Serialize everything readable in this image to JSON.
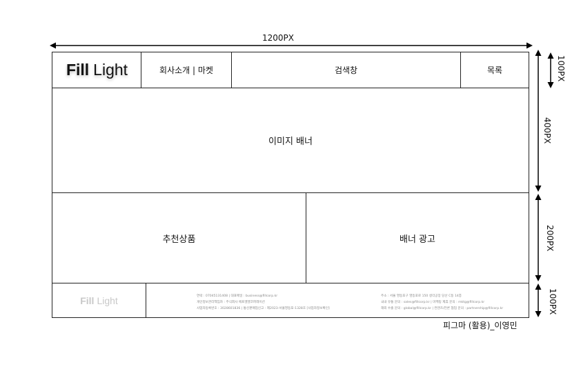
{
  "dims": {
    "width": "1200PX",
    "header_h": "100PX",
    "banner_h": "400PX",
    "middle_h": "200PX",
    "footer_h": "100PX"
  },
  "header": {
    "logo_bold": "Fill",
    "logo_light": "Light",
    "nav": "회사소개 | 마켓",
    "search": "검색창",
    "list": "목록"
  },
  "banner": {
    "label": "이미지 배너"
  },
  "middle": {
    "recommended": "추천상품",
    "ad": "배너 광고"
  },
  "footer": {
    "logo_bold": "Fill",
    "logo_light": "Light",
    "info_left": [
      "연락 : 07045131408 | 대표메일 : business@fillcorp.kr",
      "개인정보관리책임자 : 주식회사 에프엘엘코퍼레이션",
      "사업자등록번호 : 3028601836 | 통신판매업신고 : 제2023-서울영등포-1328호 [사업자정보확인]"
    ],
    "info_right": [
      "주소 : 서울 영등포구 영등포로 150 생각공장 당산 C동 14층",
      "국내 유통 문의 : sales@fillcorp.kr | 마케팅 제휴 문의 : mktg@fillcorp.kr",
      "해외 수출 문의 : global@fillcorp.kr | 컨텐츠/언론 협업 문의 : partnership@fillcorp.kr"
    ]
  },
  "credit": "피그마 (활용)_이영민"
}
